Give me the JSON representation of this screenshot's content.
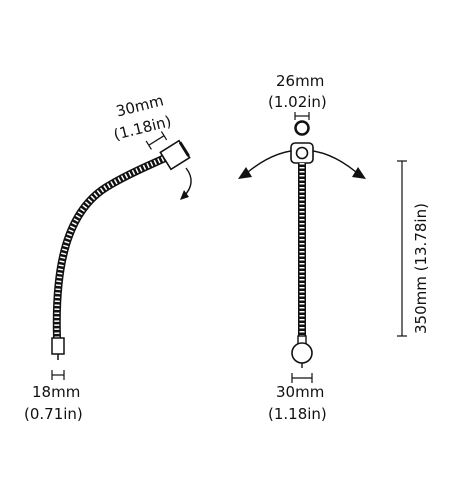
{
  "side_view": {
    "head_width": "30mm",
    "head_width_in": "(1.18in)",
    "base_width": "18mm",
    "base_width_in": "(0.71in)"
  },
  "front_view": {
    "top_width": "26mm",
    "top_width_in": "(1.02in)",
    "length": "350mm (13.78in)",
    "base_width": "30mm",
    "base_width_in": "(1.18in)"
  },
  "colors": {
    "line": "#111111",
    "background": "#ffffff"
  }
}
